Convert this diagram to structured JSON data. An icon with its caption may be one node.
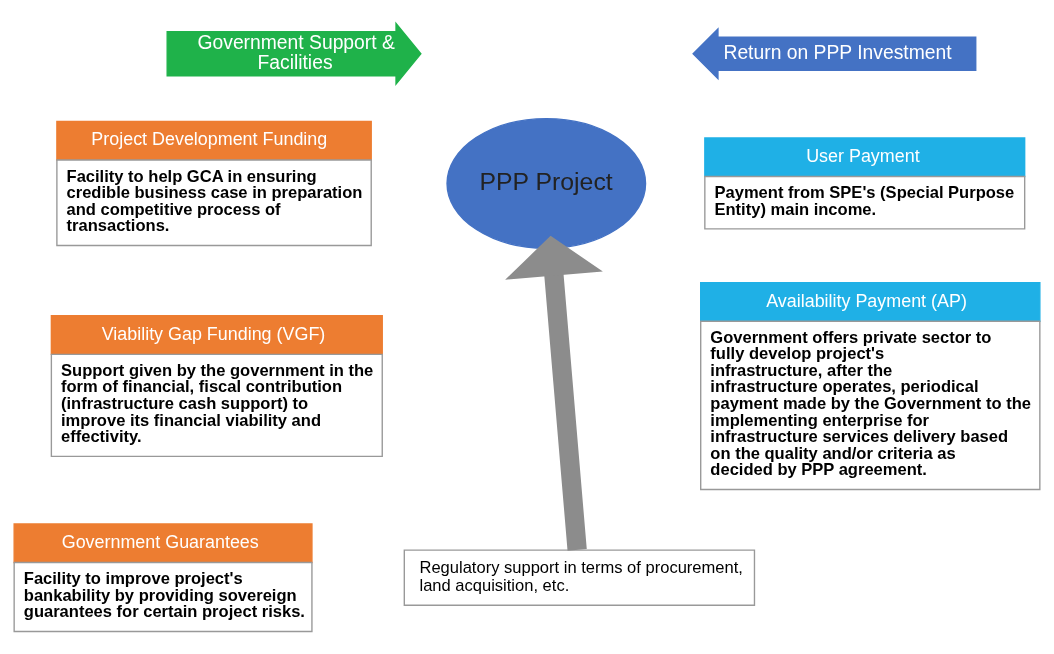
{
  "diagram": {
    "nodes": [
      {
        "text": [
          "Government Support & Facilities"
        ]
      },
      {
        "text": [
          "Return on PPP Investment"
        ]
      },
      {
        "text": [
          "Project Development Funding",
          "Facility to help GCA in ensuring credible business case in preparation and competitive process of transactions."
        ]
      },
      {
        "text": [
          "Viability Gap Funding (VGF)",
          "Support given by the government in the form of financial, fiscal contribution (infrastructure cash support) to improve its financial viability and effectivity."
        ]
      },
      {
        "text": [
          "Government Guarantees",
          "Facility to improve project's bankability by providing sovereign guarantees for certain project risks."
        ]
      },
      {
        "text": [
          "PPP Project"
        ]
      },
      {
        "text": [
          "User Payment",
          "Payment from SPE's (Special Purpose Entity) main income."
        ]
      },
      {
        "text": [
          "Availability Payment (AP)",
          "Government offers private sector to fully develop project's infrastructure, after the infrastructure operates, periodical payment made by the Government to the implementing enterprise for infrastructure services delivery based on the quality and/or criteria as decided by PPP agreement."
        ]
      },
      {
        "text": [
          "Regulatory support in terms of procurement, land acquisition, etc."
        ]
      }
    ],
    "edges": [
      {
        "from": 8,
        "to": 5,
        "arrow": "to"
      }
    ]
  }
}
